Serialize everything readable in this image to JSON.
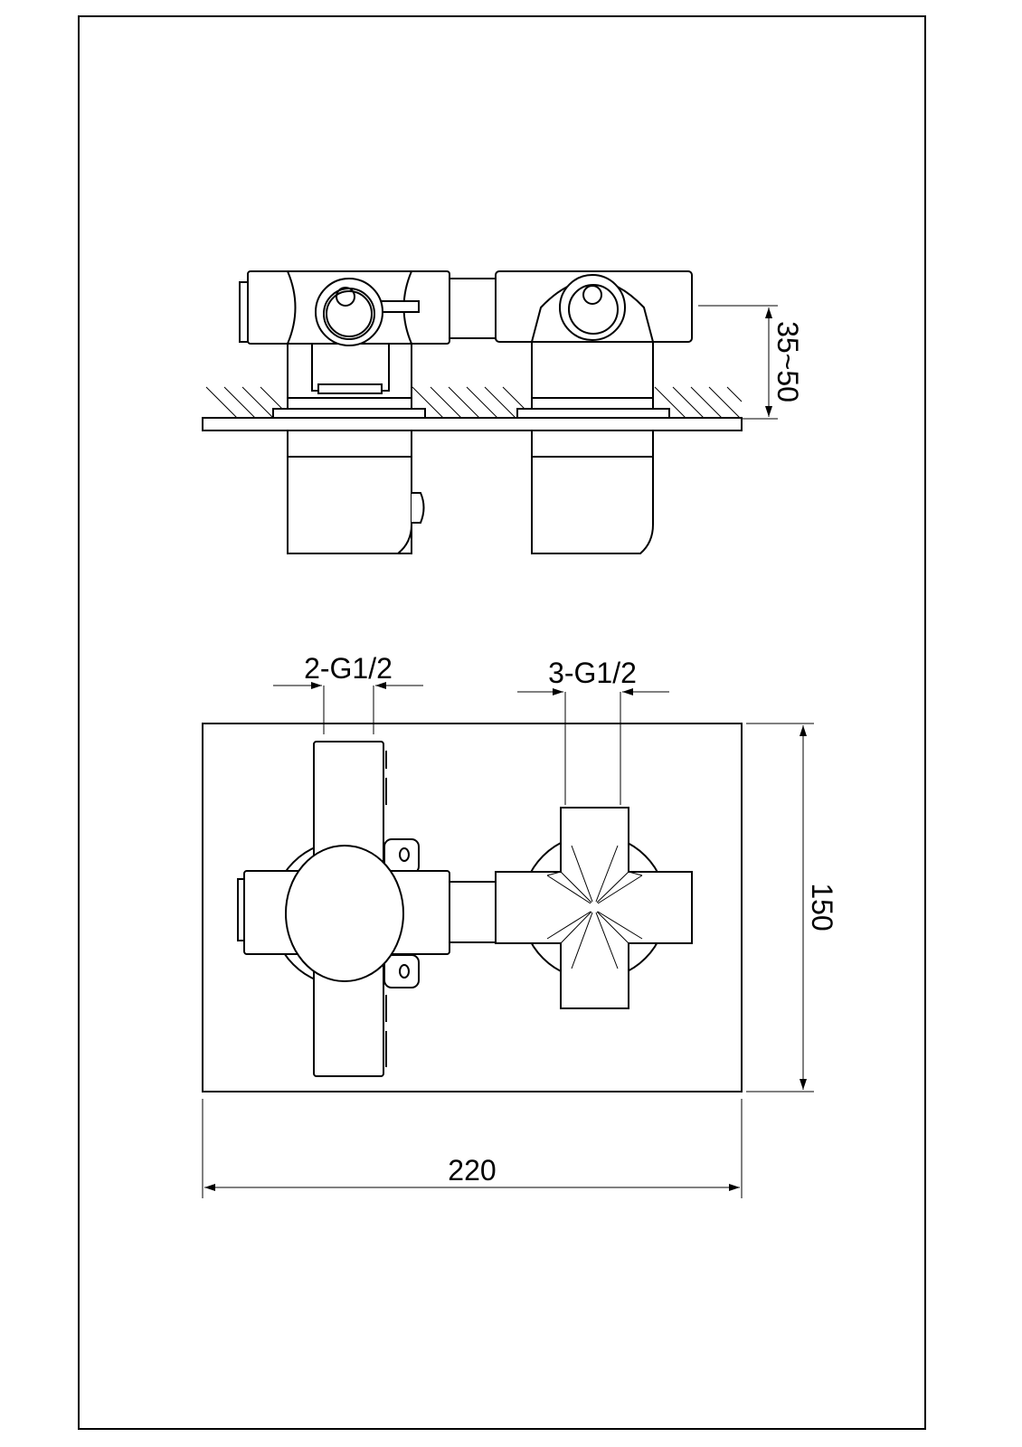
{
  "drawing": {
    "side_view": {
      "depth_dimension": "35~50"
    },
    "front_view": {
      "left_inlet_label": "2-G1/2",
      "right_outlet_label": "3-G1/2",
      "height_dimension": "150",
      "width_dimension": "220"
    }
  }
}
